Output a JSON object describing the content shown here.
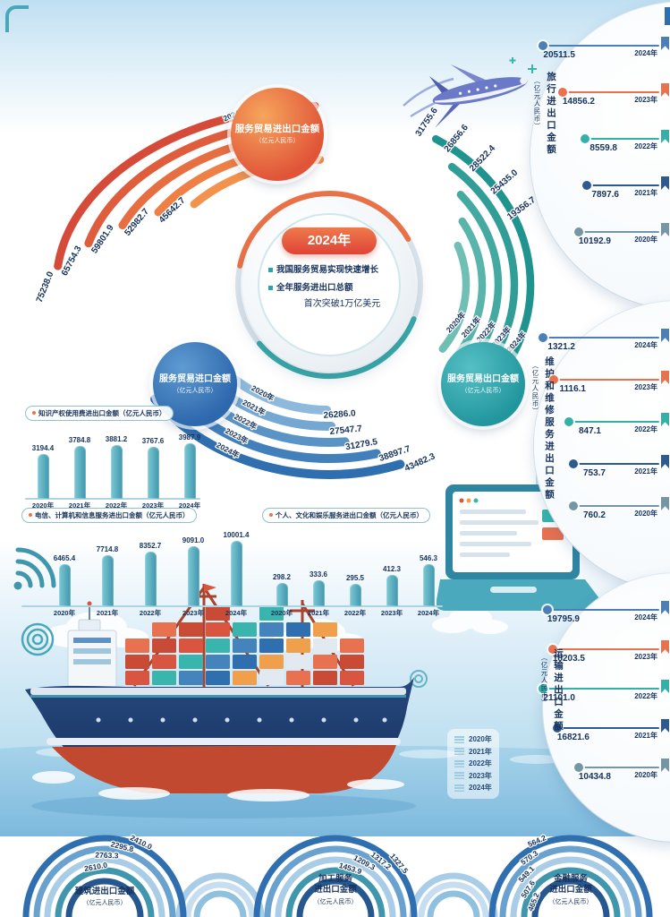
{
  "page": {
    "center": {
      "year": "2024年",
      "bullet1": "我国服务贸易实现快速增长",
      "bullet2": "全年服务进出口总额",
      "bullet3": "首次突破1万亿美元"
    }
  },
  "badges": {
    "total": {
      "line1": "服务贸易进出口金额",
      "line2": "（亿元人民币）"
    },
    "export": {
      "line1": "服务贸易出口金额",
      "line2": "（亿元人民币）"
    },
    "import": {
      "line1": "服务贸易进口金额",
      "line2": "（亿元人民币）"
    }
  },
  "legend": {
    "items": [
      "2020年",
      "2021年",
      "2022年",
      "2023年",
      "2024年"
    ]
  },
  "colors": {
    "accent_orange": "#e05438",
    "accent_teal": "#22969d",
    "accent_blue": "#2d67ac",
    "text_navy": "#16325c",
    "bar_teal": "#3f96ad"
  },
  "chart_data": [
    {
      "id": "services-trade-total",
      "type": "arc",
      "title": "服务贸易进出口金额",
      "unit": "（亿元人民币）",
      "categories": [
        "2024年",
        "2023年",
        "2022年",
        "2021年",
        "2020年"
      ],
      "values": [
        75238.0,
        65754.3,
        59801.9,
        52982.7,
        45642.7
      ]
    },
    {
      "id": "services-trade-export",
      "type": "arc",
      "title": "服务贸易出口金额",
      "unit": "（亿元人民币）",
      "categories": [
        "2024年",
        "2023年",
        "2022年",
        "2021年",
        "2020年"
      ],
      "values": [
        31755.6,
        26856.6,
        28522.4,
        25435.0,
        19356.7
      ]
    },
    {
      "id": "services-trade-import",
      "type": "arc",
      "title": "服务贸易进口金额",
      "unit": "（亿元人民币）",
      "categories": [
        "2020年",
        "2021年",
        "2022年",
        "2023年",
        "2024年"
      ],
      "values": [
        26286.0,
        27547.7,
        31279.5,
        38897.7,
        43482.3
      ]
    },
    {
      "id": "ip-royalties",
      "type": "bar",
      "title": "知识产权使用费进出口金额（亿元人民币）",
      "categories": [
        "2020年",
        "2021年",
        "2022年",
        "2023年",
        "2024年"
      ],
      "values": [
        3194.4,
        3784.8,
        3881.2,
        3767.6,
        3987.9
      ]
    },
    {
      "id": "telecom-computer-info",
      "type": "bar",
      "title": "电信、计算机和信息服务进出口金额（亿元人民币）",
      "categories": [
        "2020年",
        "2021年",
        "2022年",
        "2023年",
        "2024年"
      ],
      "values": [
        6465.4,
        7714.8,
        8352.7,
        9091.0,
        10001.4
      ]
    },
    {
      "id": "personal-culture-entertainment",
      "type": "bar",
      "title": "个人、文化和娱乐服务进出口金额（亿元人民币）",
      "categories": [
        "2020年",
        "2021年",
        "2022年",
        "2023年",
        "2024年"
      ],
      "values": [
        298.2,
        333.6,
        295.5,
        412.3,
        546.3
      ]
    },
    {
      "id": "travel",
      "type": "lollipop",
      "title": "旅行进出口金额",
      "unit": "（亿元人民币）",
      "categories": [
        "2024年",
        "2023年",
        "2022年",
        "2021年",
        "2020年"
      ],
      "values": [
        20511.5,
        14856.2,
        8559.8,
        7897.6,
        10192.9
      ]
    },
    {
      "id": "maintenance-repair",
      "type": "lollipop",
      "title": "维护和维修服务进出口金额",
      "unit": "（亿元人民币）",
      "categories": [
        "2024年",
        "2023年",
        "2022年",
        "2021年",
        "2020年"
      ],
      "values": [
        1321.2,
        1116.1,
        847.1,
        753.7,
        760.2
      ]
    },
    {
      "id": "transport",
      "type": "lollipop",
      "title": "运输进出口金额",
      "unit": "（亿元人民币）",
      "categories": [
        "2024年",
        "2023年",
        "2022年",
        "2021年",
        "2020年"
      ],
      "values": [
        19795.9,
        18203.5,
        21101.0,
        16821.6,
        10434.8
      ]
    },
    {
      "id": "construction",
      "type": "semicircle",
      "title_lines": [
        "建筑进出口金额"
      ],
      "unit": "（亿元人民币）",
      "values": [
        2410.0,
        2295.8,
        2763.3,
        2610.0
      ]
    },
    {
      "id": "processing",
      "type": "semicircle",
      "title_lines": [
        "加工服务",
        "进出口金额"
      ],
      "unit": "（亿元人民币）",
      "values": [
        1327.5,
        1317.2,
        1209.3,
        1453.9
      ]
    },
    {
      "id": "financial",
      "type": "semicircle",
      "title_lines": [
        "金融服务",
        "进出口金额"
      ],
      "unit": "（亿元人民币）",
      "values": [
        564.2,
        570.3,
        549.1,
        507.6,
        465.2
      ]
    }
  ]
}
